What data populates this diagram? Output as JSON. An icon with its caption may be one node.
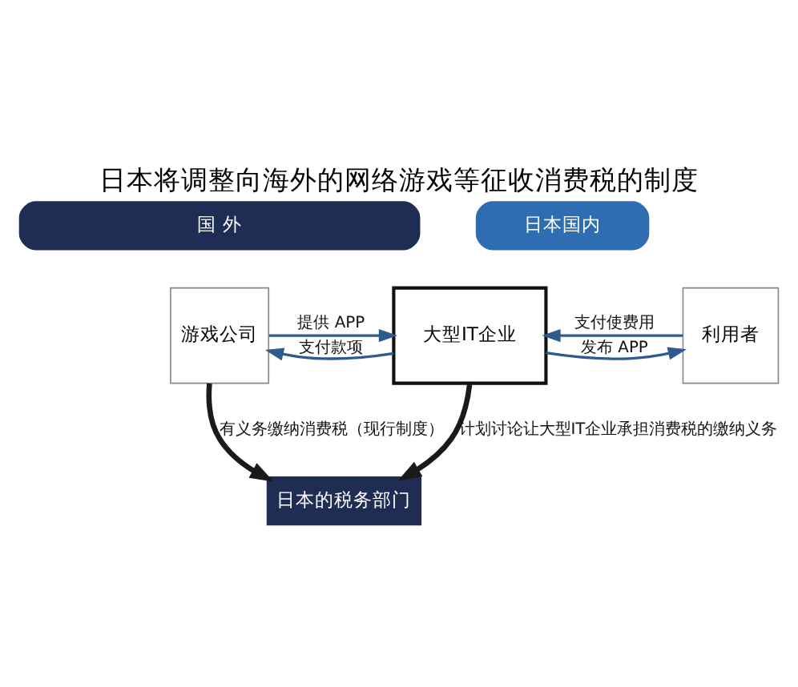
{
  "diagram": {
    "title": "日本将调整向海外的网络游戏等征收消费税的制度",
    "nodes": [
      {
        "text": [
          "国 外"
        ]
      },
      {
        "text": [
          "日本国内"
        ]
      },
      {
        "text": [
          "游戏公司"
        ]
      },
      {
        "text": [
          "大型IT企业"
        ]
      },
      {
        "text": [
          "利用者"
        ]
      },
      {
        "text": [
          "日本的税务部门"
        ]
      }
    ],
    "edges": [
      {
        "from": 2,
        "to": 3,
        "arrow": "to",
        "label": "提供 APP"
      },
      {
        "from": 3,
        "to": 2,
        "arrow": "to",
        "label": "支付款项"
      },
      {
        "from": 3,
        "to": 4,
        "arrow": "to",
        "label": "发布 APP"
      },
      {
        "from": 4,
        "to": 3,
        "arrow": "to",
        "label": "支付使费用"
      },
      {
        "from": 3,
        "to": 5,
        "arrow": "to",
        "label": "计划讨论让大型IT企业承担消费税的缴纳义务",
        "style": "thick",
        "color": "#1a1a1a"
      },
      {
        "from": 2,
        "to": 5,
        "arrow": "to",
        "label": "有义务缴纳消费税（现行制度）",
        "style": "thick",
        "color": "#1a1a1a"
      }
    ]
  }
}
